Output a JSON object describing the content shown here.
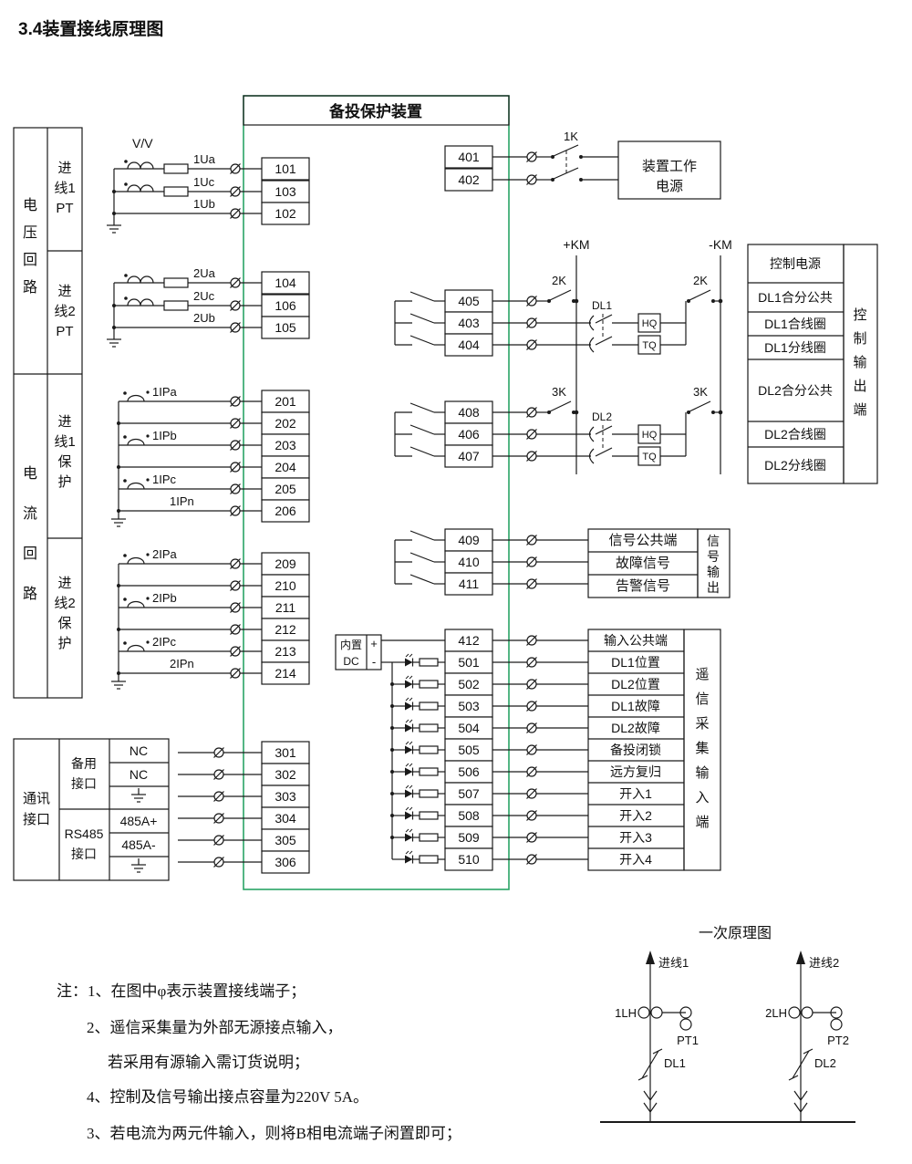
{
  "title": "3.4装置接线原理图",
  "device": {
    "title": "备投保护装置"
  },
  "left_table": {
    "voltage": "电压回路",
    "current": "电流回路",
    "rows": [
      [
        "进",
        "线1",
        "PT"
      ],
      [
        "进",
        "线2",
        "PT"
      ],
      [
        "进",
        "线1",
        "保",
        "护"
      ],
      [
        "进",
        "线2",
        "保",
        "护"
      ]
    ]
  },
  "comm_table": {
    "title": [
      "通讯",
      "接口"
    ],
    "spare": [
      "备用",
      "接口"
    ],
    "rs485": [
      "RS485",
      "接口"
    ],
    "cells": [
      "NC",
      "NC",
      "485A+",
      "485A-"
    ]
  },
  "wire_labels": {
    "vv": "V/V",
    "v1": [
      "1Ua",
      "1Uc",
      "1Ub"
    ],
    "v2": [
      "2Ua",
      "2Uc",
      "2Ub"
    ],
    "c1": [
      "1IPa",
      "1IPb",
      "1IPc",
      "1IPn"
    ],
    "c2": [
      "2IPa",
      "2IPb",
      "2IPc",
      "2IPn"
    ]
  },
  "terminals": {
    "v1": [
      "101",
      "103",
      "102"
    ],
    "v2": [
      "104",
      "106",
      "105"
    ],
    "c1": [
      "201",
      "202",
      "203",
      "204",
      "205",
      "206"
    ],
    "c2": [
      "209",
      "210",
      "211",
      "212",
      "213",
      "214"
    ],
    "comm": [
      "301",
      "302",
      "303",
      "304",
      "305",
      "306"
    ],
    "power": [
      "401",
      "402"
    ],
    "dl1": [
      "405",
      "403",
      "404"
    ],
    "dl2": [
      "408",
      "406",
      "407"
    ],
    "signal": [
      "409",
      "410",
      "411"
    ],
    "input": [
      "412",
      "501",
      "502",
      "503",
      "504",
      "505",
      "506",
      "507",
      "508",
      "509",
      "510"
    ]
  },
  "right": {
    "power_box": [
      "装置工作",
      "电源"
    ],
    "k1": "1K",
    "k2": "2K",
    "k3": "3K",
    "km_plus": "+KM",
    "km_minus": "-KM",
    "dl1": "DL1",
    "dl2": "DL2",
    "hq": "HQ",
    "tq": "TQ",
    "dc": [
      "内置",
      "DC"
    ],
    "dc_plus": "+",
    "dc_minus": "-",
    "control_rows": [
      "控制电源",
      "DL1合分公共",
      "DL1合线圈",
      "DL1分线圈",
      "DL2合分公共",
      "DL2合线圈",
      "DL2分线圈"
    ],
    "control_side": "控制输出端",
    "signal_rows": [
      "信号公共端",
      "故障信号",
      "告警信号"
    ],
    "signal_side": "信号输出",
    "input_rows": [
      "输入公共端",
      "DL1位置",
      "DL2位置",
      "DL1故障",
      "DL2故障",
      "备投闭锁",
      "远方复归",
      "开入1",
      "开入2",
      "开入3",
      "开入4"
    ],
    "input_side": "遥信采集输入端"
  },
  "primary": {
    "title": "一次原理图",
    "feeder1": "进线1",
    "feeder2": "进线2",
    "ct1": "1LH",
    "ct2": "2LH",
    "pt1": "PT1",
    "pt2": "PT2",
    "dl1": "DL1",
    "dl2": "DL2"
  },
  "notes": [
    "注：1、在图中φ表示装置接线端子；",
    "2、遥信采集量为外部无源接点输入，",
    "若采用有源输入需订货说明；",
    "4、控制及信号输出接点容量为220V 5A。",
    "3、若电流为两元件输入，则将B相电流端子闲置即可；"
  ],
  "colors": {
    "device_border": "#2aa366",
    "line": "#1a1a1a"
  }
}
